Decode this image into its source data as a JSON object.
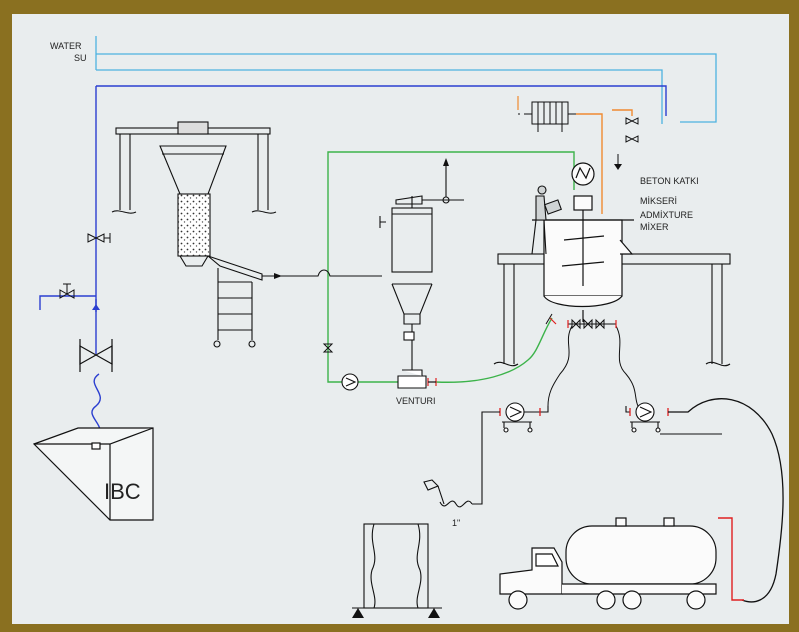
{
  "labels": {
    "water": "WATER",
    "su": "SU",
    "ibc": "IBC",
    "venturi": "VENTURI",
    "mixer_tr_1": "BETON KATKI",
    "mixer_tr_2": "MİKSERİ",
    "mixer_en_1": "ADMİXTURE",
    "mixer_en_2": "MİXER",
    "hose_size": "1\""
  },
  "colors": {
    "frame": "#8a7020",
    "background": "#e9edee",
    "water_line": "#4db3e0",
    "feed_line": "#2b3fd0",
    "vacuum_line": "#3cb34a",
    "hot_line": "#f08a30",
    "fill_line": "#e02020",
    "equipment": "#111111"
  },
  "icons": [
    "valve-icon",
    "pump-icon",
    "motor-icon",
    "heater-icon",
    "check-valve-icon"
  ]
}
